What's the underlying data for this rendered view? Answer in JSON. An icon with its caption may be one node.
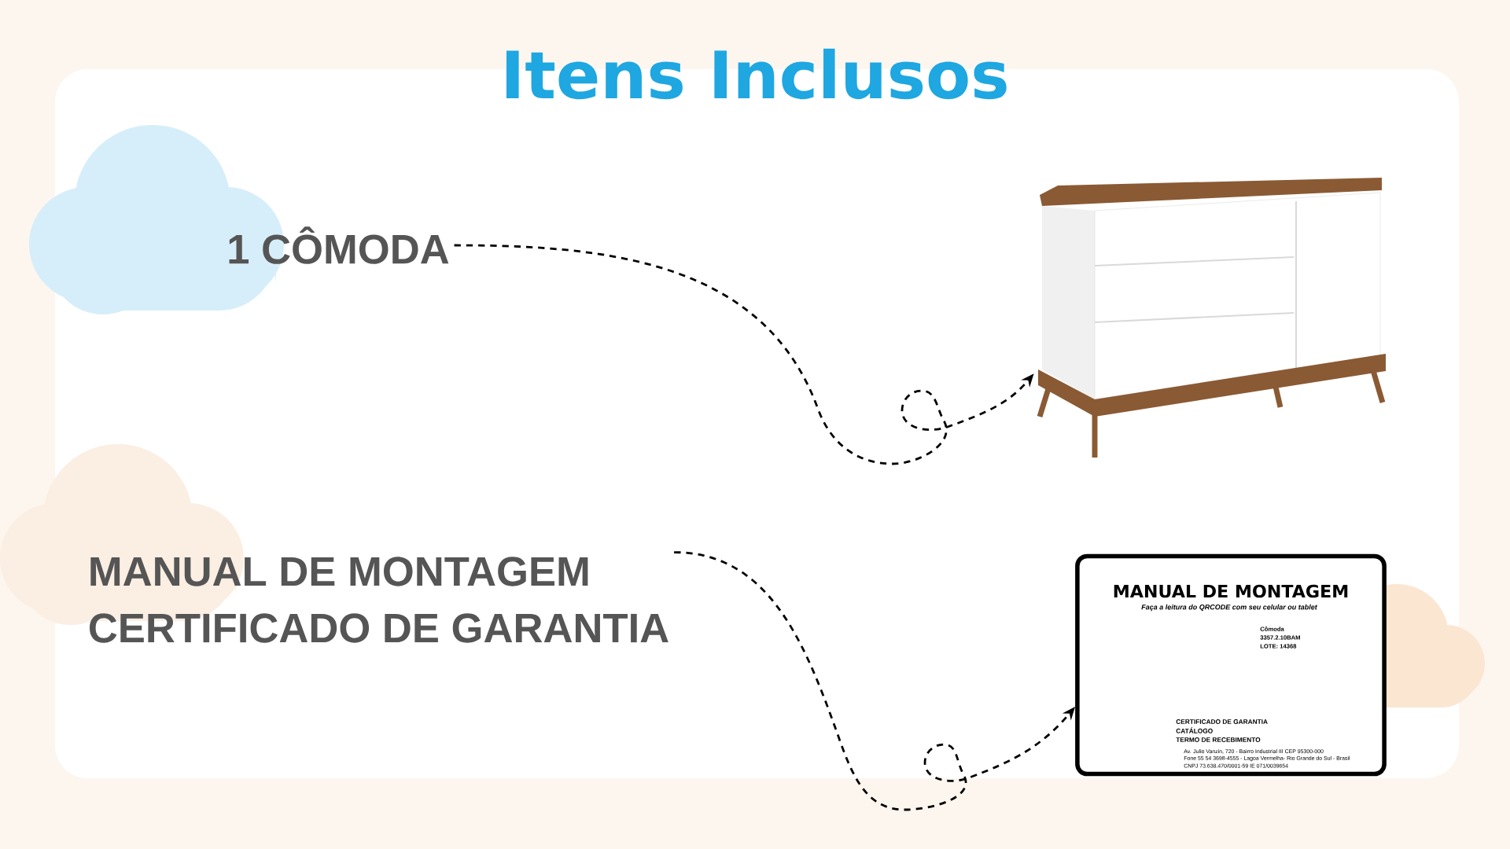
{
  "diagram": {
    "title": "Itens Inclusos",
    "nodes": [
      {
        "text": [
          "1 CÔMODA"
        ]
      },
      {
        "text": [],
        "shape": "picture"
      },
      {
        "text": [
          "MANUAL DE MONTAGEM",
          "CERTIFICADO DE GARANTIA"
        ]
      },
      {
        "text": [
          "MANUAL DE MONTAGEM",
          "Faça a leitura do QRCODE com seu celular ou tablet",
          "Cômoda",
          "3357.2.10BAM",
          "LOTE: 14368",
          "CERTIFICADO DE GARANTIA",
          "CATÁLOGO",
          "TERMO DE RECEBIMENTO",
          "Av. Julio Vanzin, 720 - Bairro Industrial III CEP 95300-000",
          "Fone 55 54 3698-4555 - Lagoa Vermelha- Rio Grande do Sul - Brasil",
          "CNPJ 73.638.470/0001-59 IE 071/0039654"
        ]
      }
    ],
    "edges": [
      {
        "from": 0,
        "to": 1,
        "arrow": "to",
        "style": "dashed"
      },
      {
        "from": 2,
        "to": 3,
        "arrow": "to",
        "style": "dashed"
      }
    ]
  }
}
